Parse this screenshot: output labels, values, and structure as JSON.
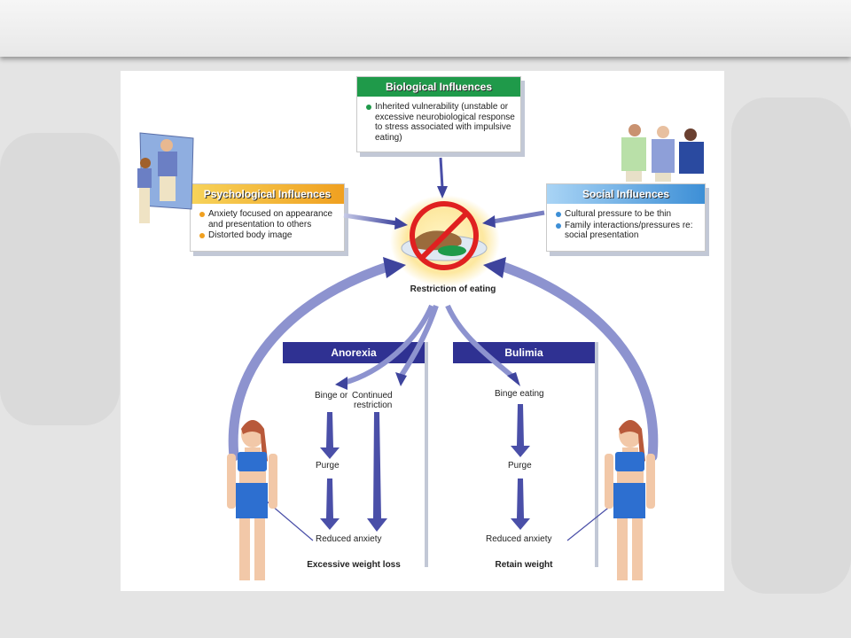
{
  "biological": {
    "title": "Biological Influences",
    "items": [
      "Inherited vulnerability (unstable or excessive neurobiological response to stress associated with impulsive eating)"
    ]
  },
  "psychological": {
    "title": "Psychological Influences",
    "items": [
      "Anxiety focused on appearance and presentation to others",
      "Distorted body image"
    ]
  },
  "social": {
    "title": "Social Influences",
    "items": [
      "Cultural pressure to be thin",
      "Family interactions/pressures re: social presentation"
    ]
  },
  "center_label": "Restriction of eating",
  "anorexia": {
    "title": "Anorexia",
    "binge_or": "Binge or",
    "continued": "Continued",
    "restriction": "restriction",
    "purge": "Purge",
    "reduced": "Reduced anxiety",
    "outcome": "Excessive weight loss"
  },
  "bulimia": {
    "title": "Bulimia",
    "binge": "Binge eating",
    "purge": "Purge",
    "reduced": "Reduced anxiety",
    "outcome": "Retain weight"
  },
  "colors": {
    "biological_header": "#1f9a4a",
    "psychological_header": "#f0a020",
    "social_header": "#3d8fd6",
    "column_header": "#2f3192",
    "arrow": "#4a4fa8"
  }
}
